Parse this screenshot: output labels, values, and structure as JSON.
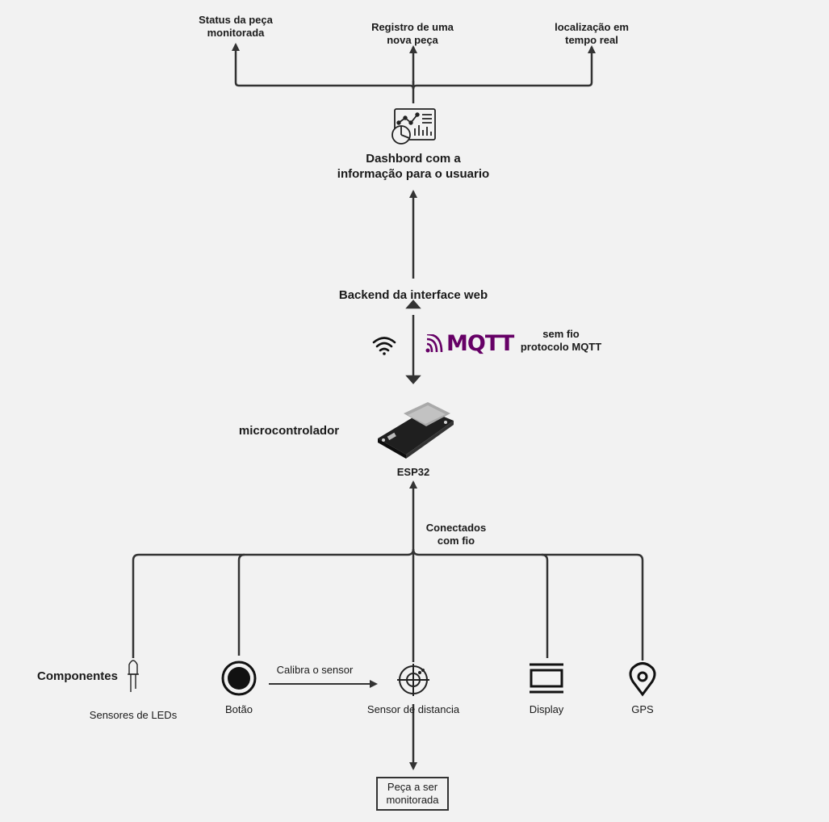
{
  "outputs": {
    "status": "Status da peça\nmonitorada",
    "registro": "Registro de uma\nnova peça",
    "localizacao": "localização em\ntempo real"
  },
  "dashboard": {
    "label": "Dashbord com a\ninformação para o usuario",
    "icon": "dashboard-chart-icon"
  },
  "backend": {
    "label": "Backend da interface web"
  },
  "wireless": {
    "wifi_icon": "wifi-icon",
    "mqtt_logo": "MQTT",
    "label": "sem  fio\nprotocolo MQTT"
  },
  "microcontroller": {
    "label": "microcontrolador",
    "board": "ESP32",
    "icon": "esp32-board-icon"
  },
  "wired": {
    "label": "Conectados\ncom fio"
  },
  "components": {
    "title": "Componentes",
    "items": [
      {
        "label": "Sensores de LEDs",
        "icon": "led-icon"
      },
      {
        "label": "Botão",
        "icon": "button-icon"
      },
      {
        "label": "Sensor de distancia",
        "icon": "target-sensor-icon"
      },
      {
        "label": "Display",
        "icon": "display-icon"
      },
      {
        "label": "GPS",
        "icon": "location-pin-icon"
      }
    ],
    "calibrate_label": "Calibra o sensor"
  },
  "target_box": {
    "label": "Peça a ser\nmonitorada"
  },
  "colors": {
    "background": "#f2f2f2",
    "lines": "#333333",
    "mqtt": "#660066"
  }
}
